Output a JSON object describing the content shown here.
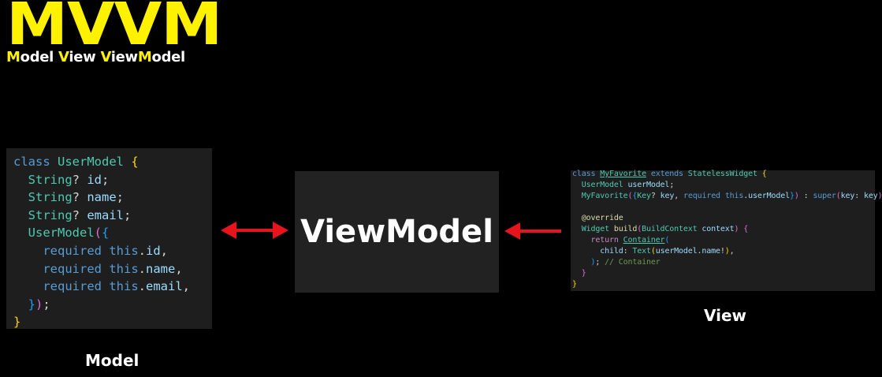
{
  "header": {
    "title": "MVVM",
    "subtitle_parts": [
      {
        "text": "M",
        "highlight": true
      },
      {
        "text": "odel ",
        "highlight": false
      },
      {
        "text": "V",
        "highlight": true
      },
      {
        "text": "iew ",
        "highlight": false
      },
      {
        "text": "V",
        "highlight": true
      },
      {
        "text": "iew",
        "highlight": false
      },
      {
        "text": "M",
        "highlight": true
      },
      {
        "text": "odel",
        "highlight": false
      }
    ]
  },
  "model": {
    "caption": "Model",
    "code_lines": [
      [
        [
          "kw",
          "class "
        ],
        [
          "cls",
          "UserModel "
        ],
        [
          "b1",
          "{"
        ]
      ],
      [
        [
          "txt",
          "  "
        ],
        [
          "cls",
          "String"
        ],
        [
          "txt",
          "? "
        ],
        [
          "var",
          "id"
        ],
        [
          "txt",
          ";"
        ]
      ],
      [
        [
          "txt",
          "  "
        ],
        [
          "cls",
          "String"
        ],
        [
          "txt",
          "? "
        ],
        [
          "var",
          "name"
        ],
        [
          "txt",
          ";"
        ]
      ],
      [
        [
          "txt",
          "  "
        ],
        [
          "cls",
          "String"
        ],
        [
          "txt",
          "? "
        ],
        [
          "var",
          "email"
        ],
        [
          "txt",
          ";"
        ]
      ],
      [
        [
          "txt",
          "  "
        ],
        [
          "cls",
          "UserModel"
        ],
        [
          "b2",
          "("
        ],
        [
          "b3",
          "{"
        ]
      ],
      [
        [
          "txt",
          "    "
        ],
        [
          "kw",
          "required "
        ],
        [
          "kw",
          "this"
        ],
        [
          "txt",
          "."
        ],
        [
          "var",
          "id"
        ],
        [
          "txt",
          ","
        ]
      ],
      [
        [
          "txt",
          "    "
        ],
        [
          "kw",
          "required "
        ],
        [
          "kw",
          "this"
        ],
        [
          "txt",
          "."
        ],
        [
          "var",
          "name"
        ],
        [
          "txt",
          ","
        ]
      ],
      [
        [
          "txt",
          "    "
        ],
        [
          "kw",
          "required "
        ],
        [
          "kw",
          "this"
        ],
        [
          "txt",
          "."
        ],
        [
          "var",
          "email"
        ],
        [
          "txt",
          ","
        ]
      ],
      [
        [
          "txt",
          "  "
        ],
        [
          "b3",
          "}"
        ],
        [
          "b2",
          ")"
        ],
        [
          "txt",
          ";"
        ]
      ],
      [
        [
          "b1",
          "}"
        ]
      ]
    ]
  },
  "viewmodel": {
    "label": "ViewModel"
  },
  "view": {
    "caption": "View",
    "code_lines": [
      [
        [
          "kw",
          "class "
        ],
        [
          "cls ul",
          "MyFavorite"
        ],
        [
          "kw",
          " extends "
        ],
        [
          "cls",
          "StatelessWidget "
        ],
        [
          "b1",
          "{"
        ]
      ],
      [
        [
          "txt",
          "  "
        ],
        [
          "cls",
          "UserModel "
        ],
        [
          "var",
          "userModel"
        ],
        [
          "txt",
          ";"
        ]
      ],
      [
        [
          "txt",
          "  "
        ],
        [
          "cls",
          "MyFavorite"
        ],
        [
          "b2",
          "("
        ],
        [
          "b3",
          "{"
        ],
        [
          "cls",
          "Key"
        ],
        [
          "txt",
          "? "
        ],
        [
          "var",
          "key"
        ],
        [
          "txt",
          ", "
        ],
        [
          "kw",
          "required "
        ],
        [
          "kw",
          "this"
        ],
        [
          "txt",
          "."
        ],
        [
          "var",
          "userModel"
        ],
        [
          "b3",
          "}"
        ],
        [
          "b2",
          ")"
        ],
        [
          "txt",
          " : "
        ],
        [
          "kw",
          "super"
        ],
        [
          "b2",
          "("
        ],
        [
          "var",
          "key"
        ],
        [
          "txt",
          ": "
        ],
        [
          "var",
          "key"
        ],
        [
          "b2",
          ")"
        ],
        [
          "txt",
          ";"
        ]
      ],
      [
        [
          "txt",
          " "
        ]
      ],
      [
        [
          "txt",
          "  "
        ],
        [
          "fn",
          "@override"
        ]
      ],
      [
        [
          "txt",
          "  "
        ],
        [
          "cls",
          "Widget "
        ],
        [
          "fn",
          "build"
        ],
        [
          "b2",
          "("
        ],
        [
          "cls",
          "BuildContext "
        ],
        [
          "var",
          "context"
        ],
        [
          "b2",
          ")"
        ],
        [
          "txt",
          " "
        ],
        [
          "b2",
          "{"
        ]
      ],
      [
        [
          "txt",
          "    "
        ],
        [
          "ctl",
          "return "
        ],
        [
          "cls ul",
          "Container"
        ],
        [
          "b3",
          "("
        ]
      ],
      [
        [
          "txt",
          "      "
        ],
        [
          "var",
          "child"
        ],
        [
          "txt",
          ": "
        ],
        [
          "cls",
          "Text"
        ],
        [
          "b1",
          "("
        ],
        [
          "var",
          "userModel"
        ],
        [
          "txt",
          "."
        ],
        [
          "var",
          "name"
        ],
        [
          "txt",
          "!"
        ],
        [
          "b1",
          ")"
        ],
        [
          "txt",
          ","
        ]
      ],
      [
        [
          "txt",
          "    "
        ],
        [
          "b3",
          ")"
        ],
        [
          "txt",
          "; "
        ],
        [
          "cmt",
          "// Container"
        ]
      ],
      [
        [
          "txt",
          "  "
        ],
        [
          "b2",
          "}"
        ]
      ],
      [
        [
          "b1",
          "}"
        ]
      ]
    ]
  },
  "colors": {
    "accent_yellow": "#FFF200",
    "arrow_red": "#E8141B",
    "panel_bg": "#1E1E1E",
    "background": "#000000"
  },
  "icons": [
    "double-headed-arrow-icon",
    "left-arrow-icon"
  ]
}
